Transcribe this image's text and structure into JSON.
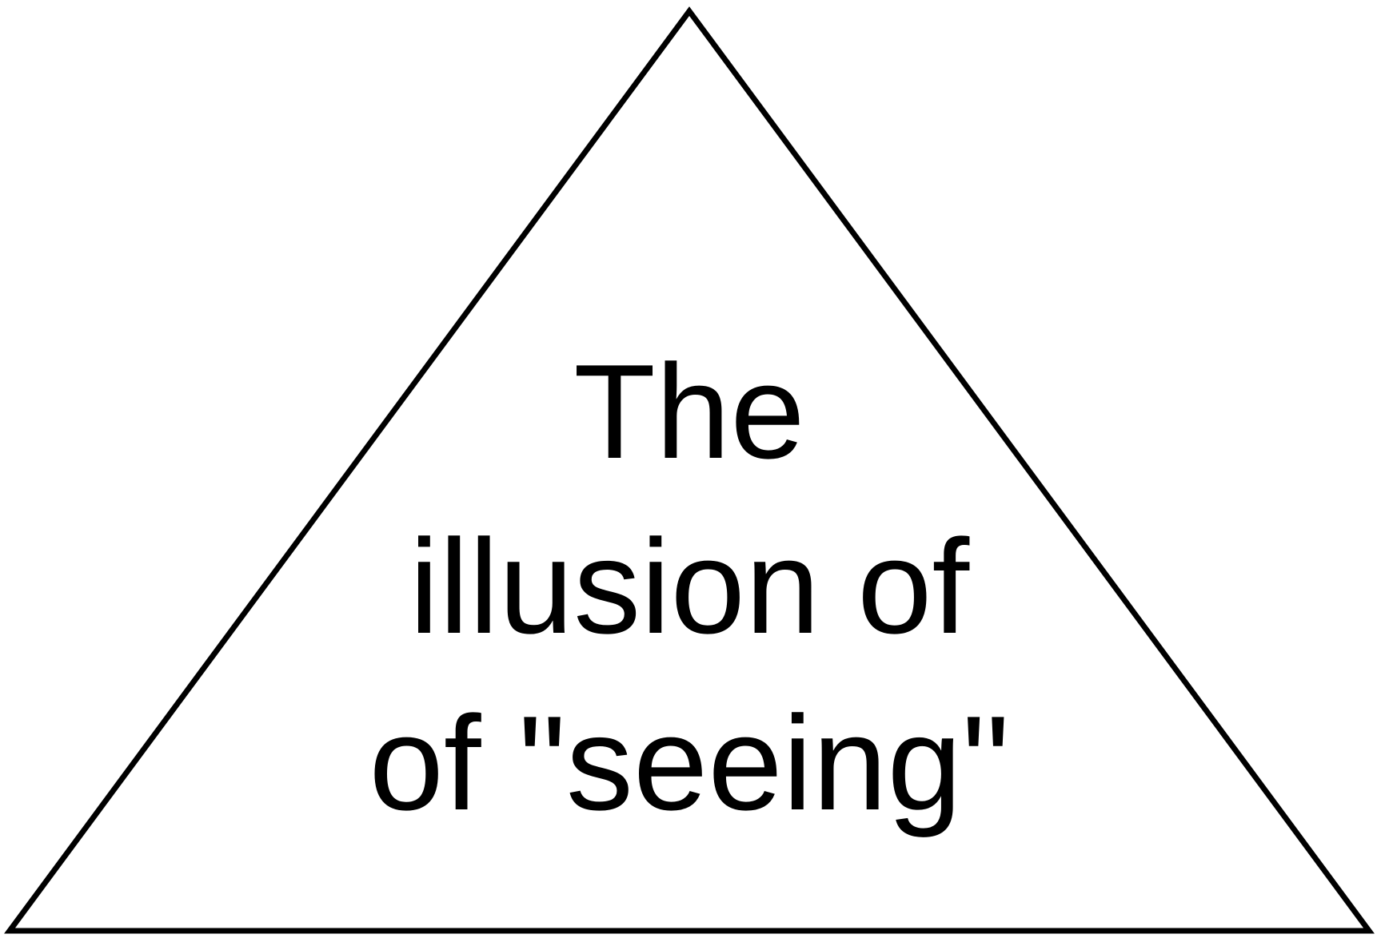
{
  "diagram": {
    "shape": "triangle",
    "lines": [
      "The",
      "illusion of",
      "of \"seeing\""
    ]
  },
  "colors": {
    "background": "#ffffff",
    "stroke": "#000000",
    "text": "#000000"
  }
}
